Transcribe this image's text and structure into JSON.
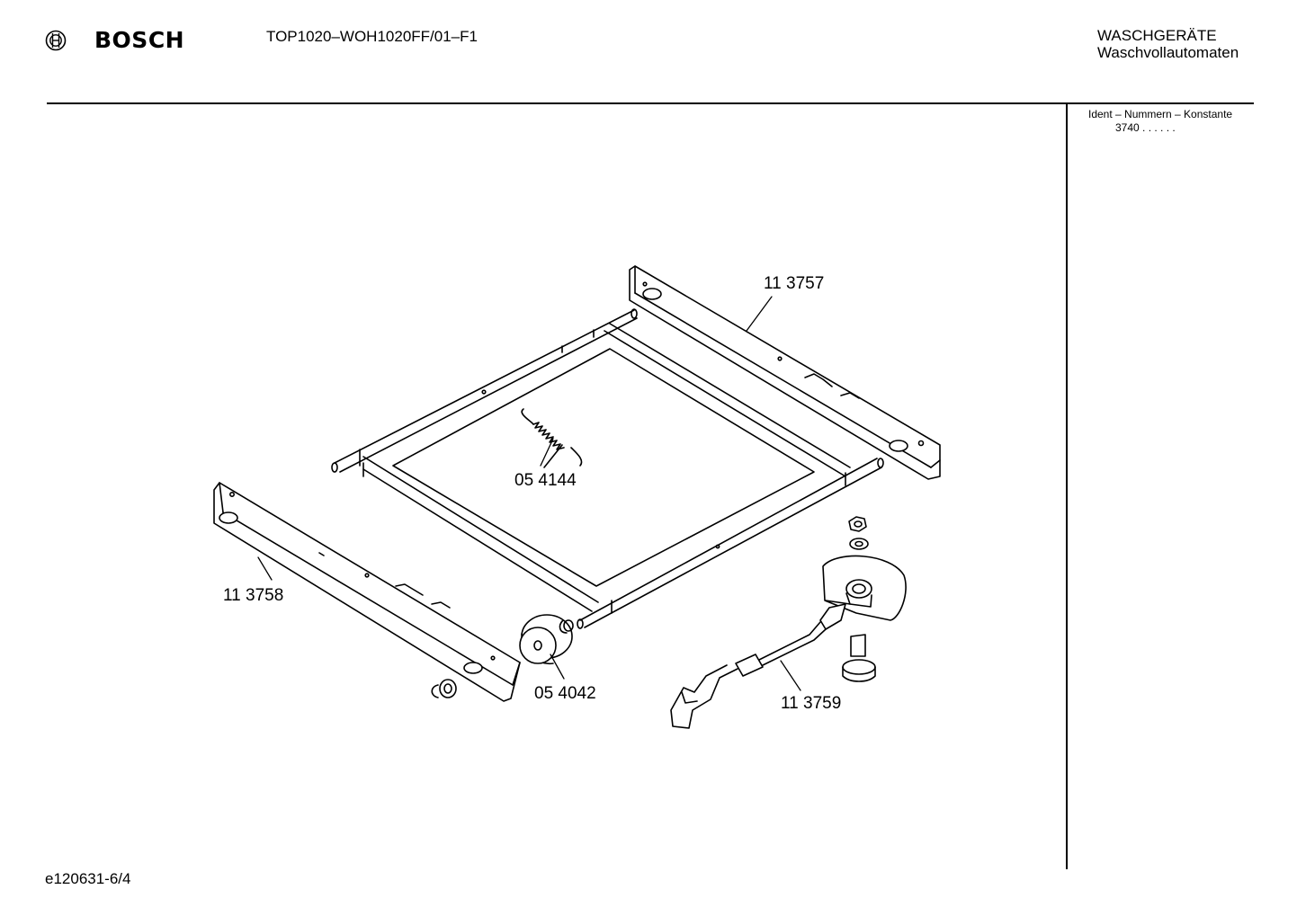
{
  "header": {
    "brand": "BOSCH",
    "model_code": "TOP1020–WOH1020FF/01–F1",
    "category": "WASCHGERÄTE",
    "subcategory": "Waschvollautomaten"
  },
  "ident_panel": {
    "title": "Ident – Nummern – Konstante",
    "code": "3740 . .   . . . ."
  },
  "parts": [
    {
      "number": "11 3757",
      "name": "rear-rail"
    },
    {
      "number": "05 4144",
      "name": "tension-spring"
    },
    {
      "number": "11 3758",
      "name": "front-rail"
    },
    {
      "number": "05 4042",
      "name": "roller"
    },
    {
      "number": "11 3759",
      "name": "lever-assembly"
    }
  ],
  "footer": {
    "drawing_id": "e120631-6/4"
  }
}
